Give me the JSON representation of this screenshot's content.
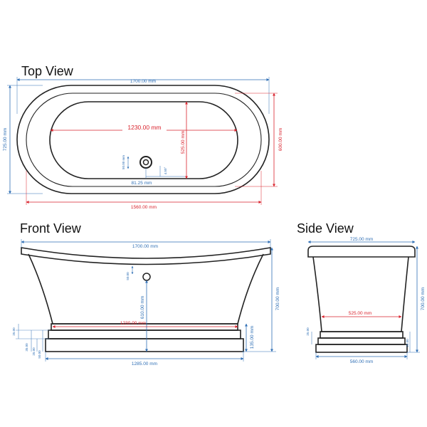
{
  "views": {
    "top": {
      "title": "Top View",
      "overall_length": "1700.00 mm",
      "overall_width": "725.00 mm",
      "inner_length": "1230.00 mm",
      "inner_width": "525.00 mm",
      "rim_width": "600.00 mm",
      "base_length": "1560.00 mm",
      "waste_diameter": "50.00 mm",
      "waste_offset": "81.25 mm",
      "waste_angle": "4.50°"
    },
    "front": {
      "title": "Front View",
      "overall_length": "1700.00 mm",
      "overall_height": "700.00 mm",
      "waste_height": "610.00 mm",
      "inner_length": "1230.00 mm",
      "plinth_height": "135.00 mm",
      "plinth_length": "1285.00 mm",
      "small_dims": [
        "25.00",
        "35.00",
        "25.00",
        "50.00"
      ],
      "waste_small": "50.00"
    },
    "side": {
      "title": "Side View",
      "overall_width": "725.00 mm",
      "overall_height": "700.00 mm",
      "inner_width": "525.00 mm",
      "base_width": "560.00 mm",
      "small_dims": [
        "25.00",
        "25.00"
      ]
    }
  },
  "colors": {
    "dimension_blue": "#2f6fb5",
    "dimension_red": "#d9232d",
    "outline": "#222222"
  }
}
